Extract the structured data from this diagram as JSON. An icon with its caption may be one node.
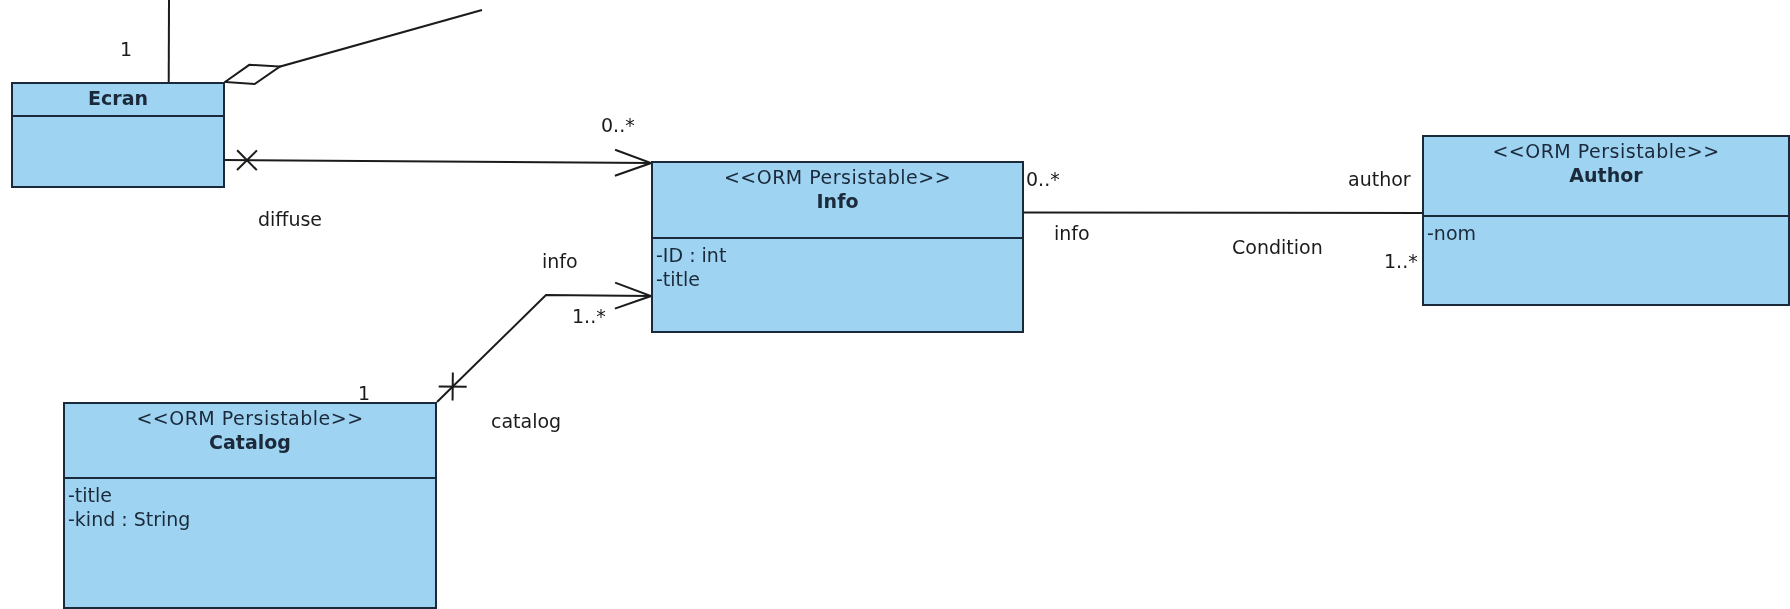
{
  "diagram": {
    "nodes": [
      {
        "text": [
          "Ecran"
        ]
      },
      {
        "text": [
          "<<ORM Persistable>>",
          "Info",
          "-ID : int",
          "-title"
        ]
      },
      {
        "text": [
          "<<ORM Persistable>>",
          "Author",
          "-nom"
        ]
      },
      {
        "text": [
          "<<ORM Persistable>>",
          "Catalog",
          "-title",
          "-kind : String"
        ]
      }
    ],
    "edges": [
      {
        "from": 0,
        "to": 1,
        "arrow": "to"
      },
      {
        "from": 3,
        "to": 1,
        "arrow": "to"
      },
      {
        "from": 1,
        "to": 2,
        "arrow": "none"
      },
      {
        "from": 0,
        "to": null,
        "arrow": "none"
      },
      {
        "from": 0,
        "to": null,
        "arrow": "other"
      }
    ],
    "labels": [
      "1",
      "0..*",
      "diffuse",
      "info",
      "1..*",
      "1",
      "catalog",
      "0..*",
      "info",
      "author",
      "Condition",
      "1..*"
    ]
  }
}
